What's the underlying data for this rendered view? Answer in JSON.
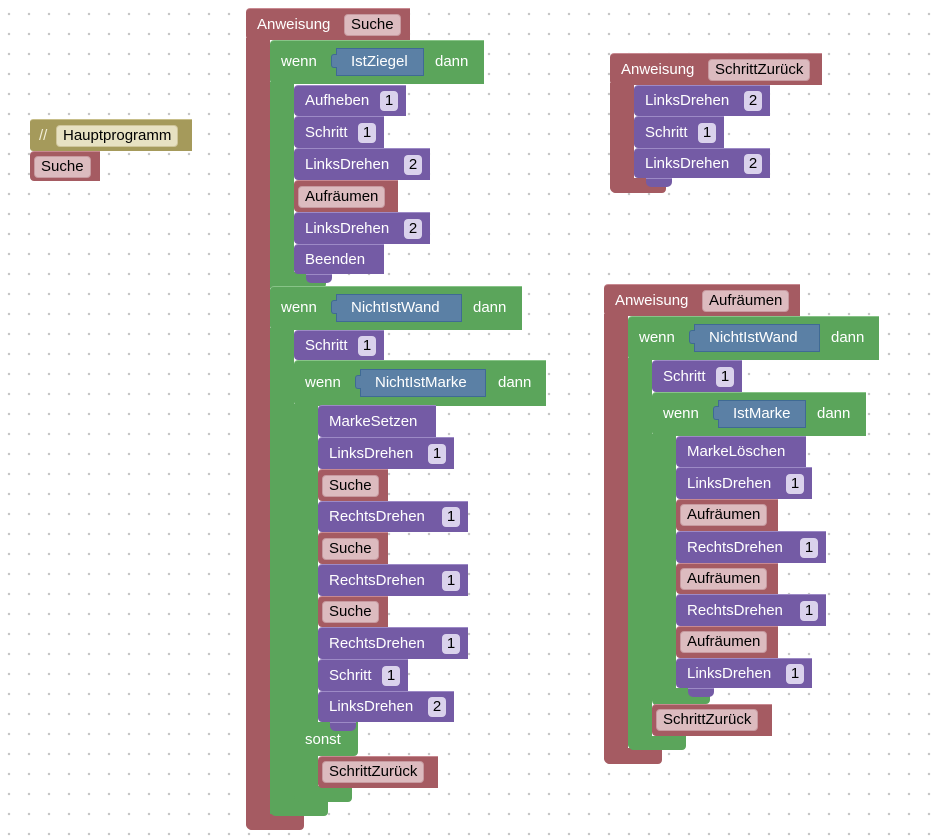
{
  "colors": {
    "procedure": "#a55b62",
    "control": "#5ba55b",
    "action": "#745ba5",
    "condition": "#5b80a5",
    "comment": "#a59a5b"
  },
  "main_program": {
    "comment_prefix": "//",
    "comment_text": "Hauptprogramm",
    "call": "Suche"
  },
  "proc_suche": {
    "keyword": "Anweisung",
    "name": "Suche",
    "if1": {
      "wenn": "wenn",
      "cond": "IstZiegel",
      "dann": "dann",
      "items": [
        {
          "label": "Aufheben",
          "num": "1"
        },
        {
          "label": "Schritt",
          "num": "1"
        },
        {
          "label": "LinksDrehen",
          "num": "2"
        },
        {
          "label": "Aufräumen"
        },
        {
          "label": "LinksDrehen",
          "num": "2"
        },
        {
          "label": "Beenden"
        }
      ]
    },
    "if2": {
      "wenn": "wenn",
      "cond": "NichtIstWand",
      "dann": "dann",
      "step": {
        "label": "Schritt",
        "num": "1"
      },
      "inner": {
        "wenn": "wenn",
        "cond": "NichtIstMarke",
        "dann": "dann",
        "items": [
          {
            "label": "MarkeSetzen"
          },
          {
            "label": "LinksDrehen",
            "num": "1"
          },
          {
            "label": "Suche"
          },
          {
            "label": "RechtsDrehen",
            "num": "1"
          },
          {
            "label": "Suche"
          },
          {
            "label": "RechtsDrehen",
            "num": "1"
          },
          {
            "label": "Suche"
          },
          {
            "label": "RechtsDrehen",
            "num": "1"
          },
          {
            "label": "Schritt",
            "num": "1"
          },
          {
            "label": "LinksDrehen",
            "num": "2"
          }
        ],
        "sonst": "sonst",
        "else_call": "SchrittZurück"
      }
    }
  },
  "proc_schrittzurueck": {
    "keyword": "Anweisung",
    "name": "SchrittZurück",
    "items": [
      {
        "label": "LinksDrehen",
        "num": "2"
      },
      {
        "label": "Schritt",
        "num": "1"
      },
      {
        "label": "LinksDrehen",
        "num": "2"
      }
    ]
  },
  "proc_aufraeumen": {
    "keyword": "Anweisung",
    "name": "Aufräumen",
    "if1": {
      "wenn": "wenn",
      "cond": "NichtIstWand",
      "dann": "dann",
      "step": {
        "label": "Schritt",
        "num": "1"
      },
      "inner": {
        "wenn": "wenn",
        "cond": "IstMarke",
        "dann": "dann",
        "items": [
          {
            "label": "MarkeLöschen"
          },
          {
            "label": "LinksDrehen",
            "num": "1"
          },
          {
            "label": "Aufräumen"
          },
          {
            "label": "RechtsDrehen",
            "num": "1"
          },
          {
            "label": "Aufräumen"
          },
          {
            "label": "RechtsDrehen",
            "num": "1"
          },
          {
            "label": "Aufräumen"
          },
          {
            "label": "LinksDrehen",
            "num": "1"
          }
        ]
      },
      "after_call": "SchrittZurück"
    }
  }
}
